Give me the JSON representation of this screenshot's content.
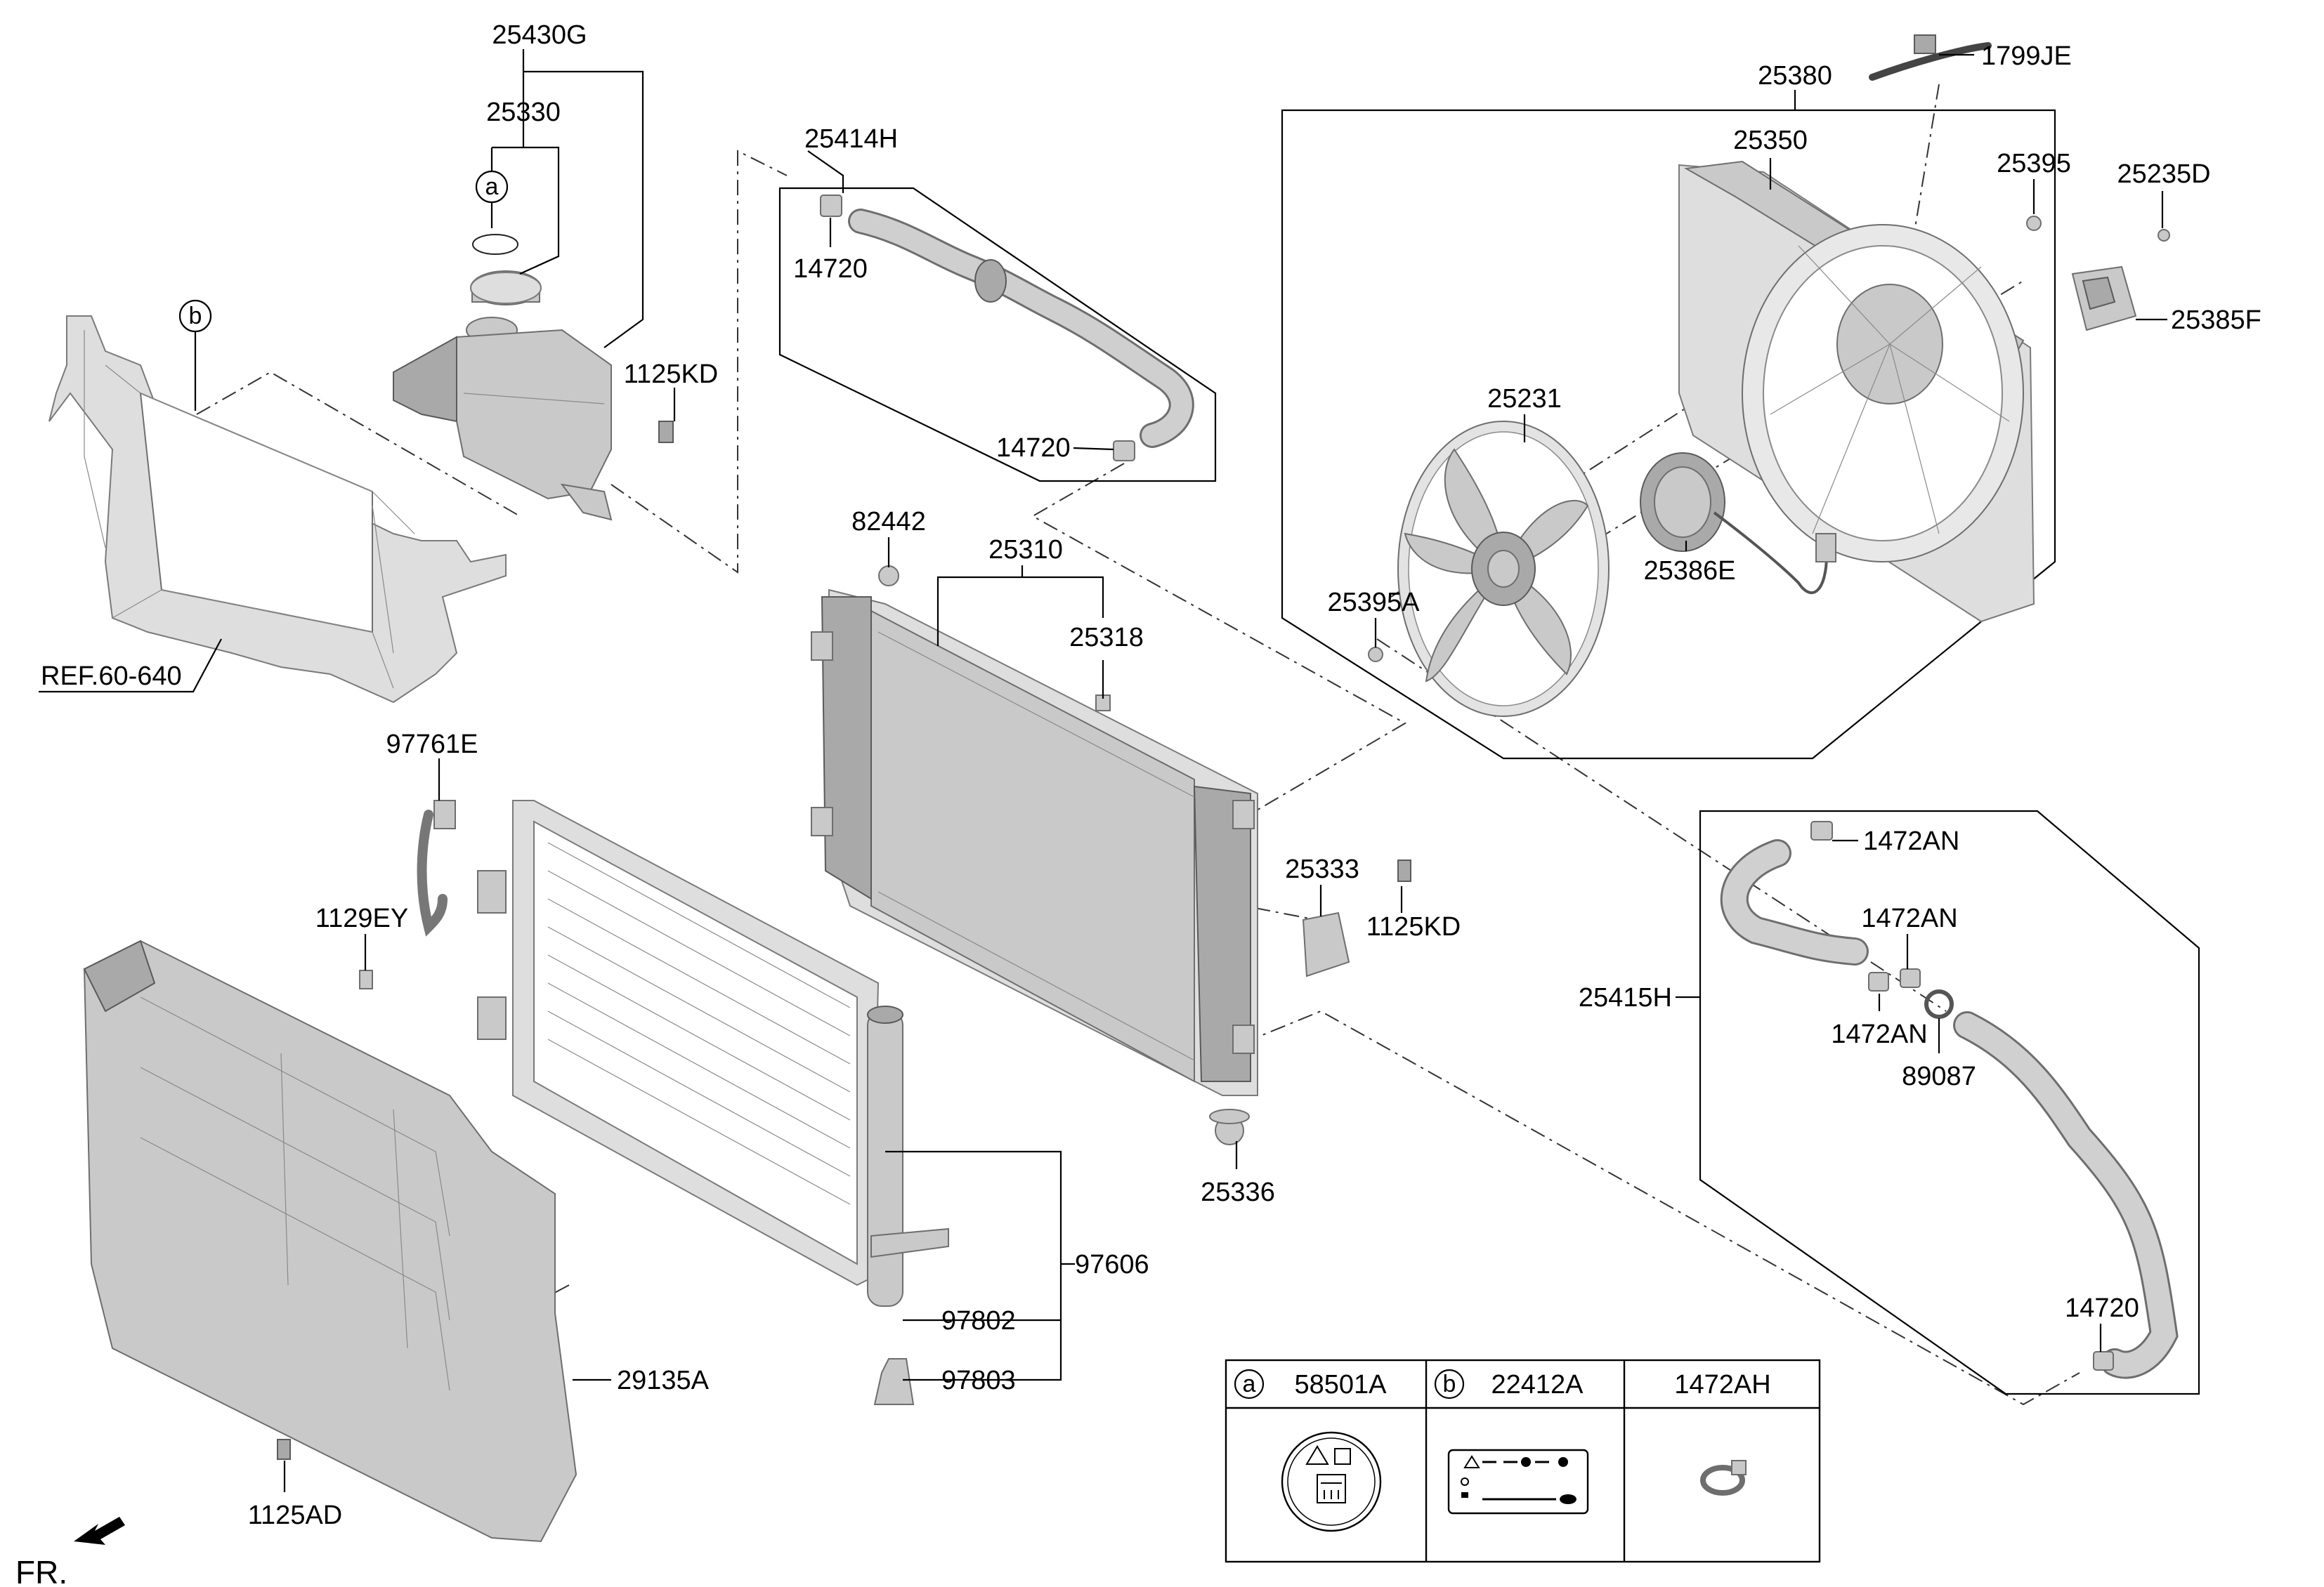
{
  "labels": {
    "p25430G": "25430G",
    "p25330": "25330",
    "pA": "a",
    "pB": "b",
    "p1125KD_top": "1125KD",
    "pREF": "REF.60-640",
    "p25414H": "25414H",
    "p14720_top": "14720",
    "p14720_mid": "14720",
    "p82442": "82442",
    "p25310": "25310",
    "p25318": "25318",
    "p1799JE": "1799JE",
    "p25380": "25380",
    "p25350": "25350",
    "p25395": "25395",
    "p25235D": "25235D",
    "p25385F": "25385F",
    "p25231": "25231",
    "p25386E": "25386E",
    "p25395A": "25395A",
    "p97761E": "97761E",
    "p1129EY": "1129EY",
    "p25333": "25333",
    "p1125KD_right": "1125KD",
    "p25336": "25336",
    "p1472AN_1": "1472AN",
    "p1472AN_2": "1472AN",
    "p1472AN_3": "1472AN",
    "p25415H": "25415H",
    "p89087": "89087",
    "p14720_bot": "14720",
    "p97606": "97606",
    "p97802": "97802",
    "p97803": "97803",
    "p29135A": "29135A",
    "p1125AD": "1125AD",
    "fr": "FR."
  },
  "legend_table": {
    "col_a_circle": "a",
    "col_a_part": "58501A",
    "col_b_circle": "b",
    "col_b_part": "22412A",
    "col_c_part": "1472AH"
  }
}
